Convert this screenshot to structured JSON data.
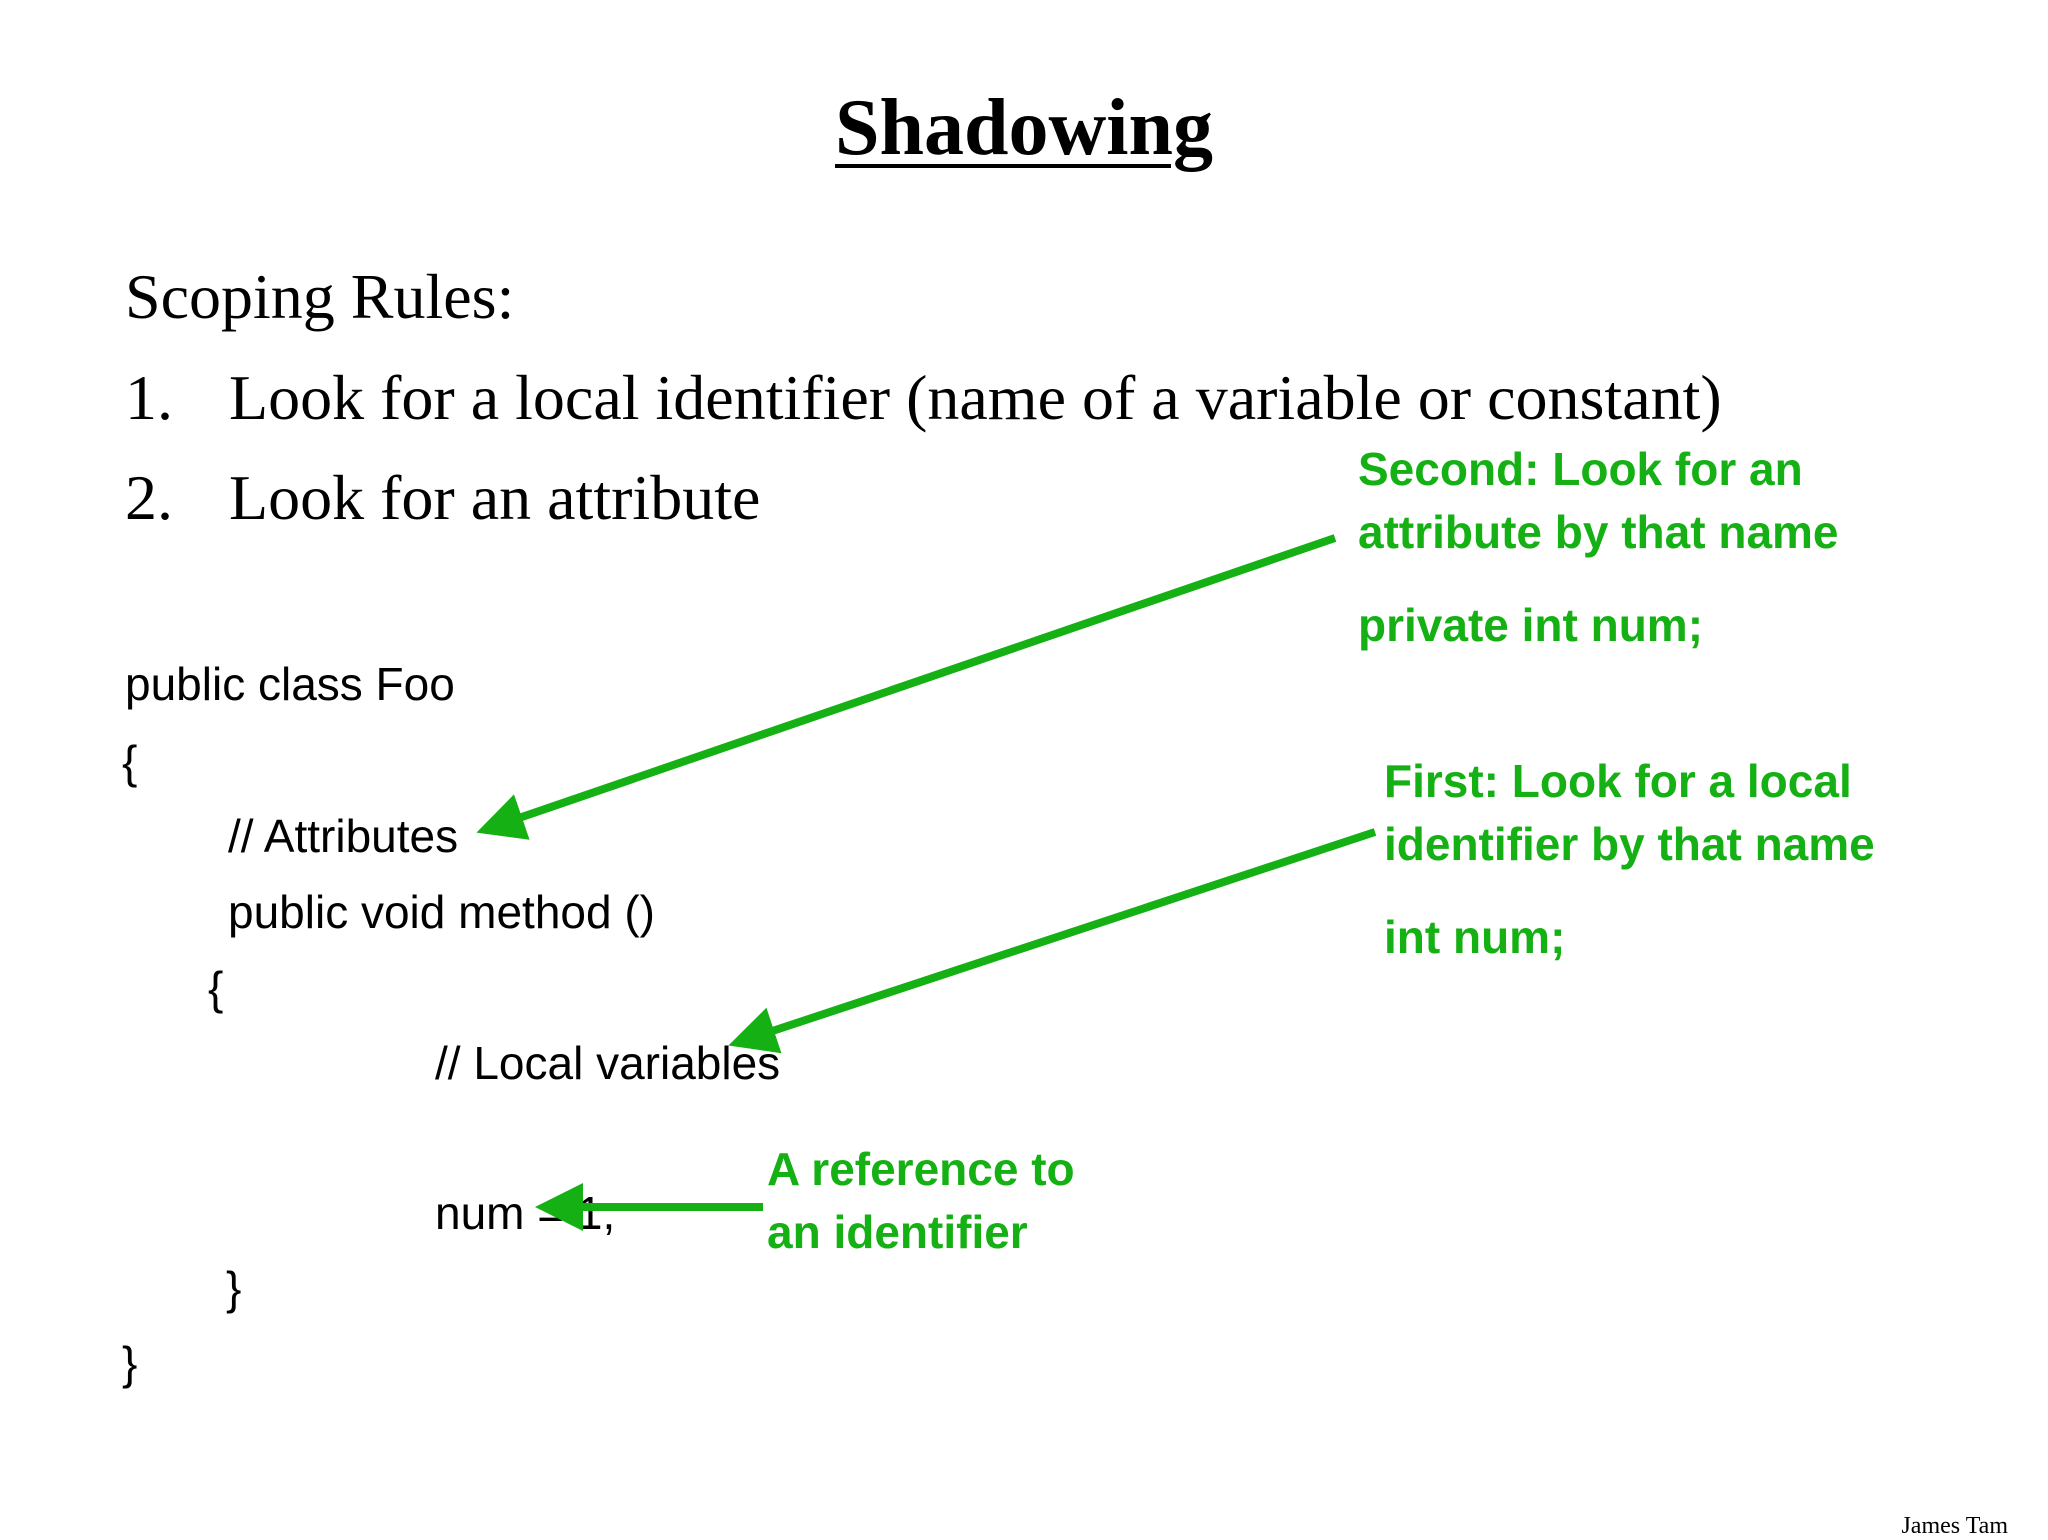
{
  "title": "Shadowing",
  "scoping": {
    "heading": "Scoping Rules:",
    "rules": [
      {
        "num": "1.",
        "text": "Look for a local identifier (name of a variable or constant)"
      },
      {
        "num": "2.",
        "text": "Look for an attribute"
      }
    ]
  },
  "code": {
    "line1": "public class Foo",
    "line2": "{",
    "line3": "// Attributes",
    "line4": "public void method ()",
    "line5": "{",
    "line6": "// Local variables",
    "line7": "num = 1;",
    "line8": "}",
    "line9": "}"
  },
  "annotations": {
    "second": {
      "line1": "Second: Look for an",
      "line2": "attribute by that name",
      "code": "private int num;"
    },
    "first": {
      "line1": "First: Look for a local",
      "line2": "identifier by that name",
      "code": "int num;"
    },
    "reference": {
      "line1": "A reference to",
      "line2": "an identifier"
    },
    "color": "#14b014"
  },
  "footer": {
    "author": "James Tam"
  }
}
